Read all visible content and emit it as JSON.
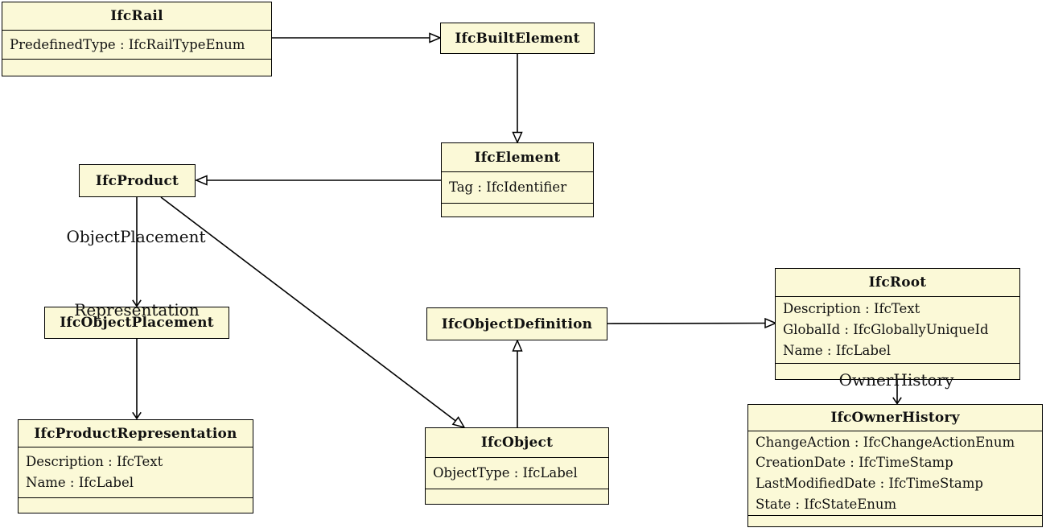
{
  "diagram": {
    "colors": {
      "box_fill": "#fbf9d7",
      "line": "#000000",
      "background": "#ffffff"
    },
    "classes": [
      {
        "title": "IfcRail",
        "attributes": [
          "PredefinedType : IfcRailTypeEnum"
        ]
      },
      {
        "title": "IfcBuiltElement",
        "attributes": []
      },
      {
        "title": "IfcElement",
        "attributes": [
          "Tag : IfcIdentifier"
        ]
      },
      {
        "title": "IfcProduct",
        "attributes": []
      },
      {
        "title": "IfcObjectPlacement",
        "attributes": []
      },
      {
        "title": "IfcProductRepresentation",
        "attributes": [
          "Description : IfcText",
          "Name : IfcLabel"
        ]
      },
      {
        "title": "IfcObjectDefinition",
        "attributes": []
      },
      {
        "title": "IfcObject",
        "attributes": [
          "ObjectType : IfcLabel"
        ]
      },
      {
        "title": "IfcRoot",
        "attributes": [
          "Description : IfcText",
          "GlobalId : IfcGloballyUniqueId",
          "Name : IfcLabel"
        ]
      },
      {
        "title": "IfcOwnerHistory",
        "attributes": [
          "ChangeAction : IfcChangeActionEnum",
          "CreationDate : IfcTimeStamp",
          "LastModifiedDate : IfcTimeStamp",
          "State : IfcStateEnum"
        ]
      }
    ],
    "edge_labels": {
      "object_placement": "ObjectPlacement",
      "representation": "Representation",
      "owner_history": "OwnerHistory"
    }
  }
}
